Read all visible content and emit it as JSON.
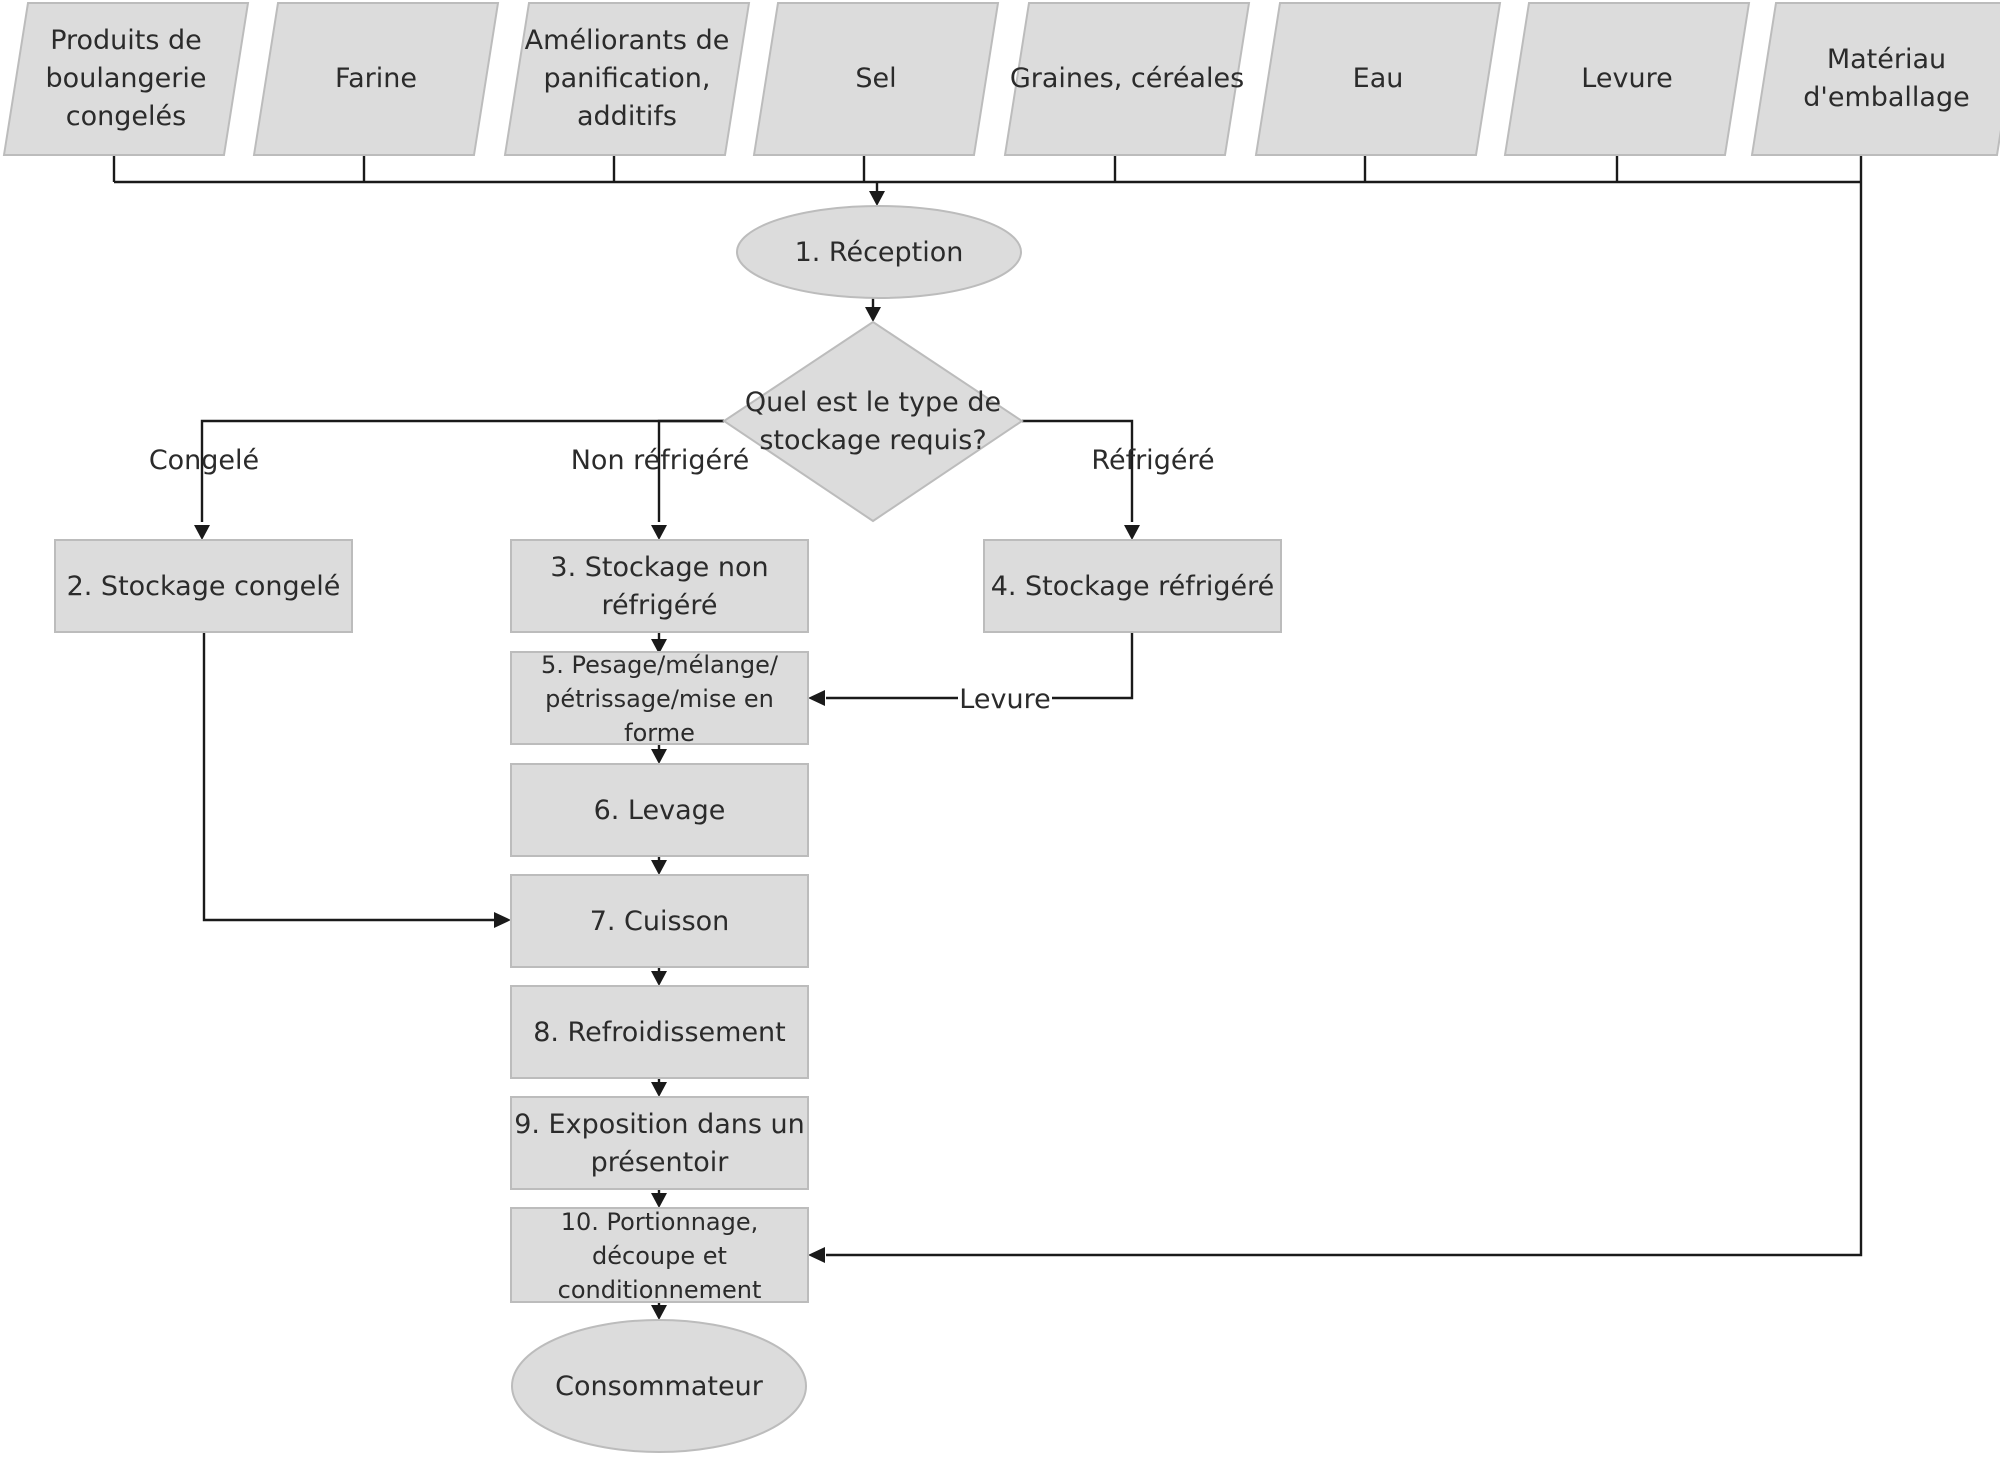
{
  "inputs": [
    {
      "lines": [
        "Produits de",
        "boulangerie",
        "congelés"
      ]
    },
    {
      "lines": [
        "Farine"
      ]
    },
    {
      "lines": [
        "Améliorants de",
        "panification,",
        "additifs"
      ]
    },
    {
      "lines": [
        "Sel"
      ]
    },
    {
      "lines": [
        "Graines, céréales"
      ]
    },
    {
      "lines": [
        "Eau"
      ]
    },
    {
      "lines": [
        "Levure"
      ]
    },
    {
      "lines": [
        "Matériau",
        "d'emballage"
      ]
    }
  ],
  "reception": {
    "lines": [
      "1. Réception"
    ]
  },
  "decision": {
    "lines": [
      "Quel est le type de",
      "stockage requis?"
    ]
  },
  "branch_labels": {
    "frozen": "Congelé",
    "ambient": "Non réfrigéré",
    "chilled": "Réfrigéré",
    "yeast": "Levure"
  },
  "storage": {
    "frozen": {
      "lines": [
        "2. Stockage congelé"
      ]
    },
    "ambient": {
      "lines": [
        "3. Stockage non",
        "réfrigéré"
      ]
    },
    "chilled": {
      "lines": [
        "4. Stockage réfrigéré"
      ]
    }
  },
  "steps": [
    {
      "lines": [
        "5. Pesage/mélange/",
        "pétrissage/mise en",
        "forme"
      ]
    },
    {
      "lines": [
        "6. Levage"
      ]
    },
    {
      "lines": [
        "7. Cuisson"
      ]
    },
    {
      "lines": [
        "8. Refroidissement"
      ]
    },
    {
      "lines": [
        "9. Exposition dans un",
        "présentoir"
      ]
    },
    {
      "lines": [
        "10. Portionnage,",
        "découpe et",
        "conditionnement"
      ]
    }
  ],
  "consumer": {
    "lines": [
      "Consommateur"
    ]
  }
}
